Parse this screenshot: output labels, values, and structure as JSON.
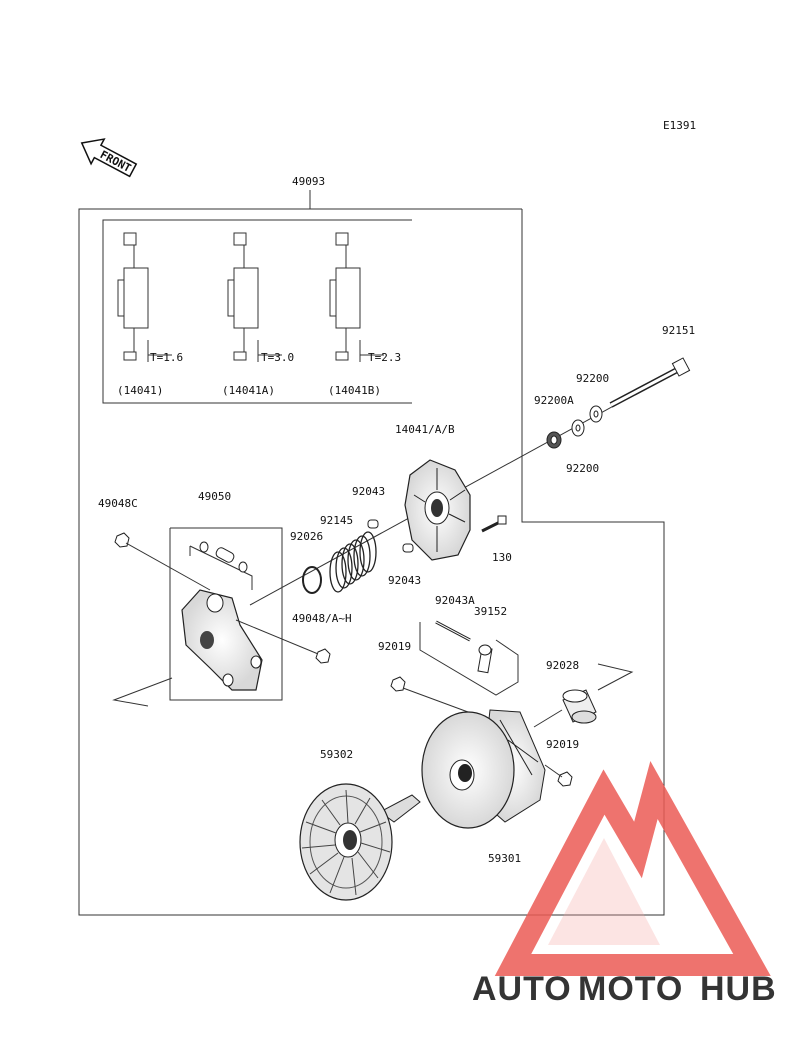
{
  "diagram": {
    "code": "E1391",
    "front_label": "FRONT",
    "labels": {
      "p49093": "49093",
      "p92151": "92151",
      "p92200_top": "92200",
      "p92200a": "92200A",
      "p92200_bot": "92200",
      "p14041ab": "14041/A/B",
      "p92043_top": "92043",
      "p92145": "92145",
      "p92026": "92026",
      "p92043_bot": "92043",
      "p130": "130",
      "p49048c": "49048C",
      "p49050": "49050",
      "p49048ah": "49048/A~H",
      "p92043a": "92043A",
      "p39152": "39152",
      "p92019_left": "92019",
      "p92028": "92028",
      "p92019_right": "92019",
      "p59302": "59302",
      "p59301": "59301"
    },
    "inset": [
      {
        "thickness": "T=1.6",
        "part": "(14041)"
      },
      {
        "thickness": "T=3.0",
        "part": "(14041A)"
      },
      {
        "thickness": "T=2.3",
        "part": "(14041B)"
      }
    ]
  },
  "watermark": {
    "word_a": "AUTO",
    "word_b": "MOTO",
    "word_c": "HUB",
    "colors": {
      "orange": "#f6b04a",
      "red": "#ec5b55",
      "gray": "#7b7b7b"
    }
  }
}
